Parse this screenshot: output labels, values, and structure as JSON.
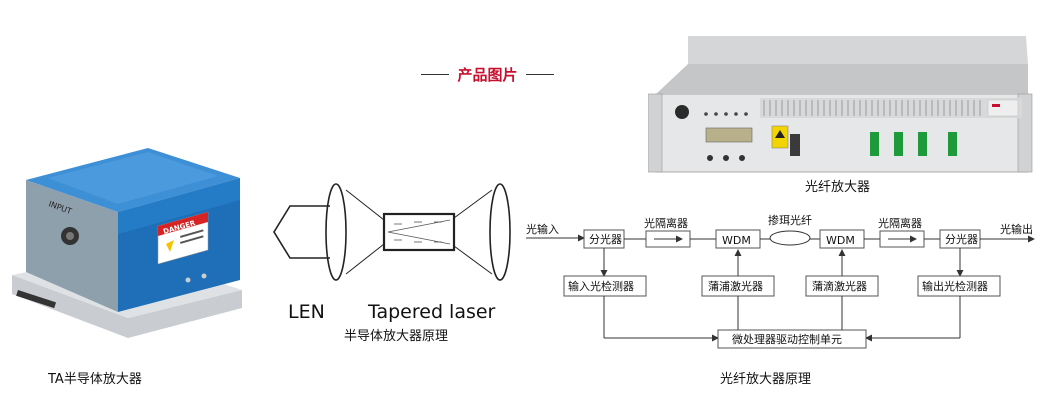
{
  "section_title": "产品图片",
  "ta_device": {
    "caption": "TA半导体放大器",
    "input_label": "INPUT",
    "danger_label": "DANGER"
  },
  "fiber_device": {
    "caption": "光纤放大器"
  },
  "semiconductor_principle": {
    "len_label": "LEN",
    "laser_label": "Tapered laser",
    "caption": "半导体放大器原理"
  },
  "fiber_principle": {
    "caption": "光纤放大器原理",
    "input_label": "光输入",
    "output_label": "光输出",
    "splitter_in": "分光器",
    "splitter_out": "分光器",
    "isolator_in": "光隔离器",
    "isolator_out": "光隔离器",
    "wdm_1": "WDM",
    "wdm_2": "WDM",
    "doped_fiber": "掺珥光纤",
    "input_detector": "输入光检测器",
    "pump_laser_1": "蒲浦激光器",
    "pump_laser_2": "蒲滴激光器",
    "output_detector": "输出光检测器",
    "controller": "微处理器驱动控制单元"
  }
}
